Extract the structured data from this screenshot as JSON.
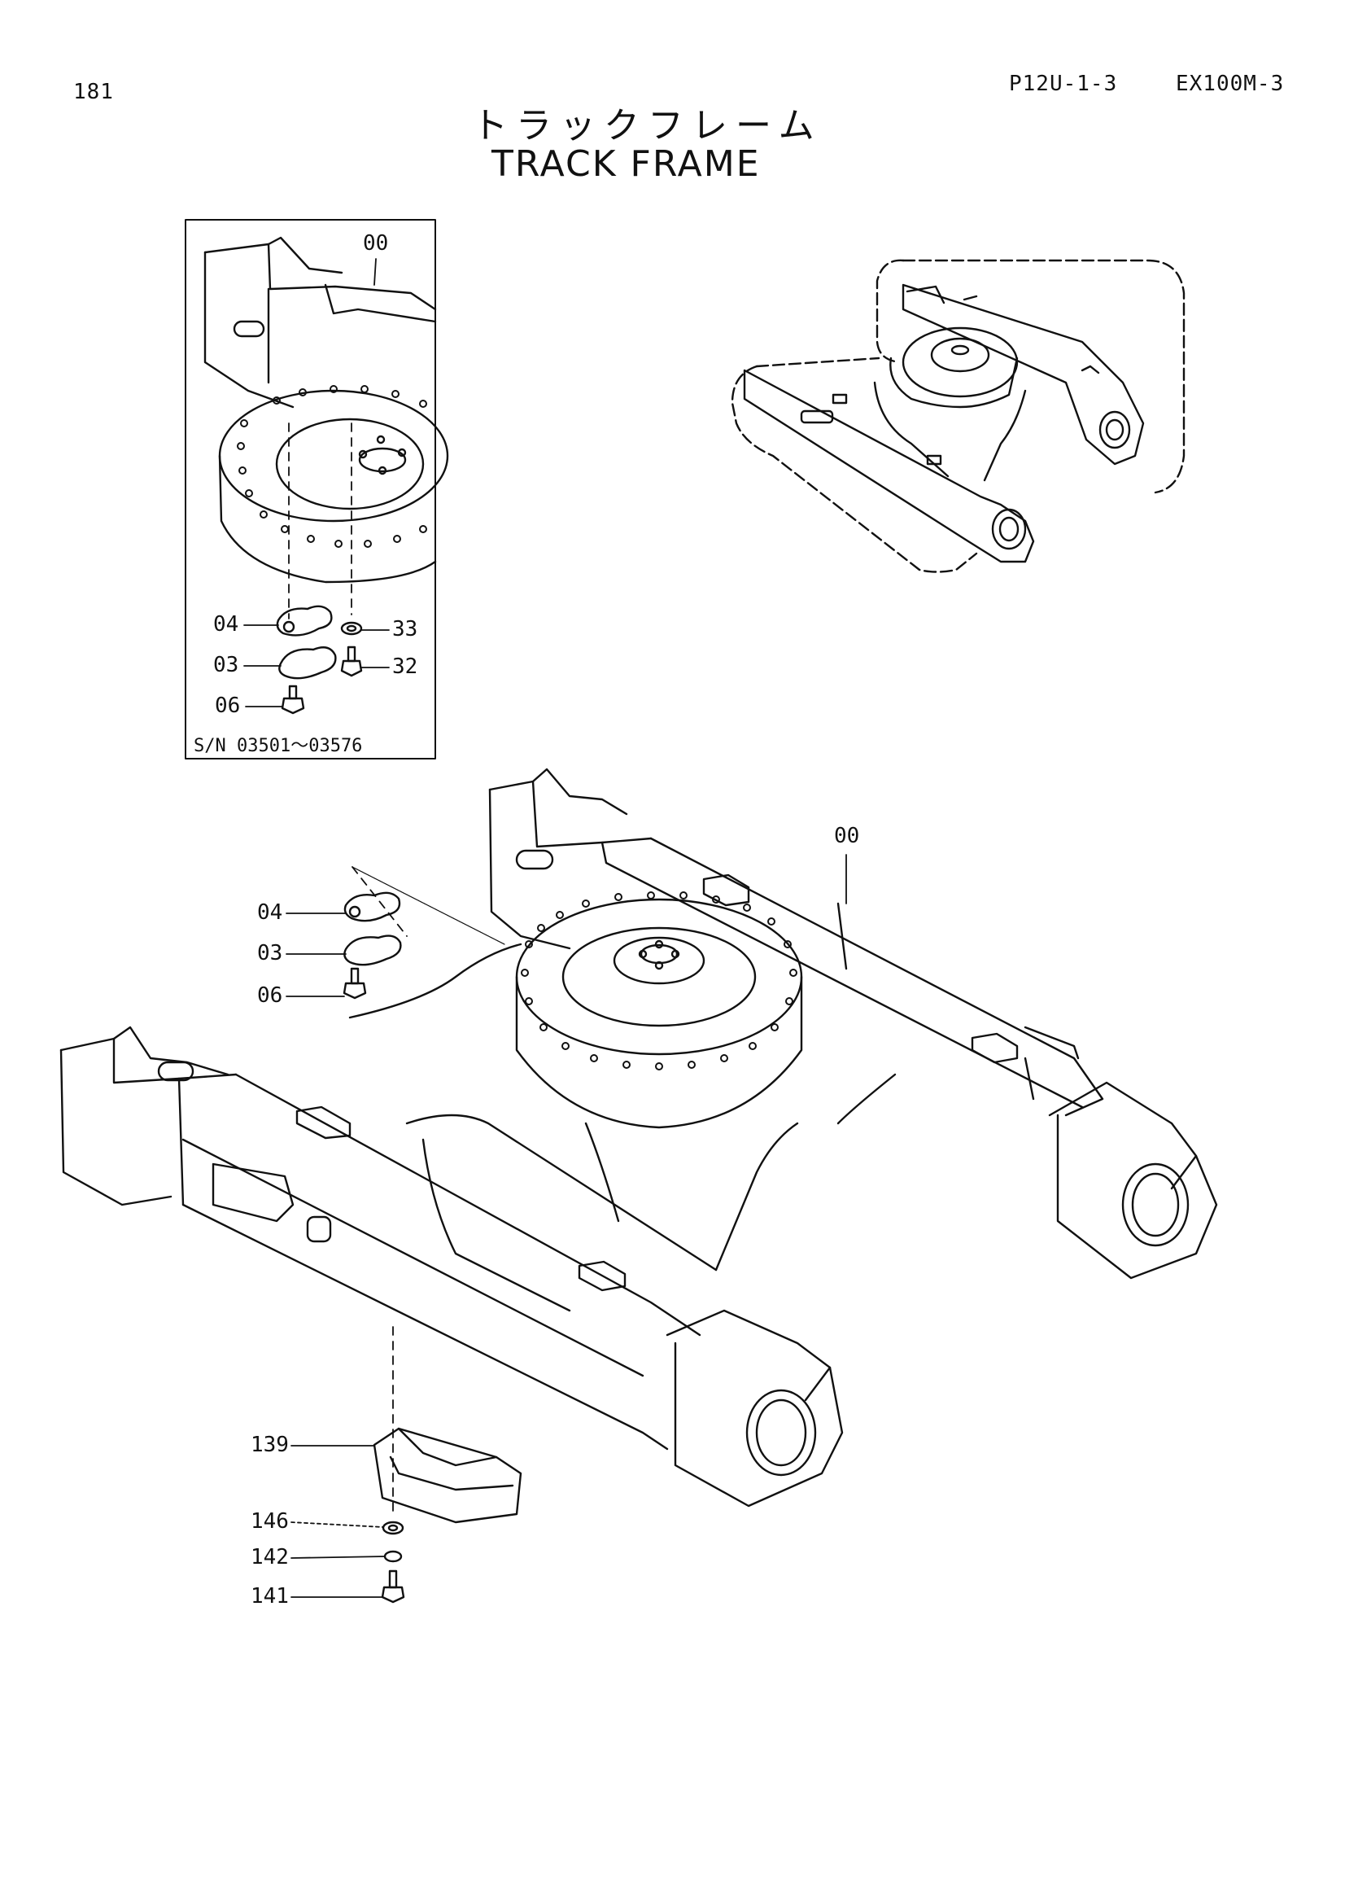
{
  "header": {
    "page_number": "181",
    "section_code": "P12U-1-3",
    "model": "EX100M-3"
  },
  "title": {
    "japanese": "トラックフレーム",
    "english": "TRACK FRAME"
  },
  "inset": {
    "serial_range": "S/N 03501～03576",
    "labels": {
      "p00": "00",
      "p04": "04",
      "p33": "33",
      "p03": "03",
      "p32": "32",
      "p06": "06"
    }
  },
  "main": {
    "labels": {
      "p00": "00",
      "p04": "04",
      "p03": "03",
      "p06": "06",
      "p139": "139",
      "p146": "146",
      "p142": "142",
      "p141": "141"
    }
  }
}
